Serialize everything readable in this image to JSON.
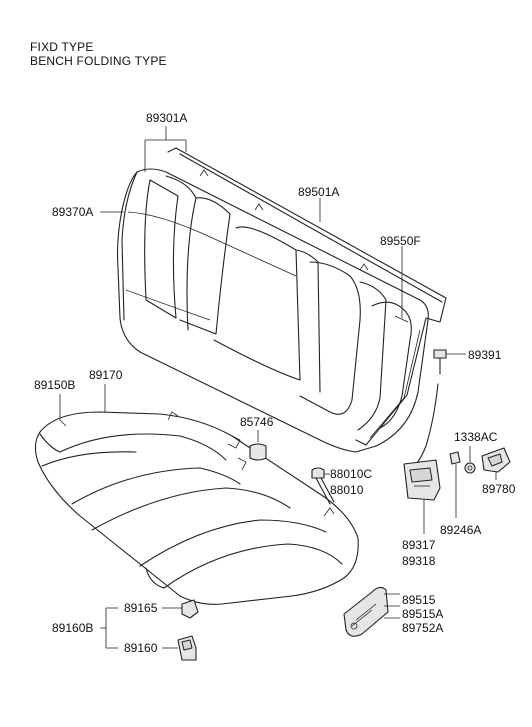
{
  "header": {
    "line1": "FIXD TYPE",
    "line2": "BENCH FOLDING TYPE"
  },
  "callouts": {
    "c89301A": "89301A",
    "c89370A": "89370A",
    "c89501A": "89501A",
    "c89550F": "89550F",
    "c89391": "89391",
    "c89150B": "89150B",
    "c89170": "89170",
    "c85746": "85746",
    "c1338AC": "1338AC",
    "c88010C": "88010C",
    "c88010": "88010",
    "c89780": "89780",
    "c89246A": "89246A",
    "c89317": "89317",
    "c89318": "89318",
    "c89515": "89515",
    "c89515A": "89515A",
    "c89752A": "89752A",
    "c89165": "89165",
    "c89160B": "89160B",
    "c89160": "89160"
  }
}
